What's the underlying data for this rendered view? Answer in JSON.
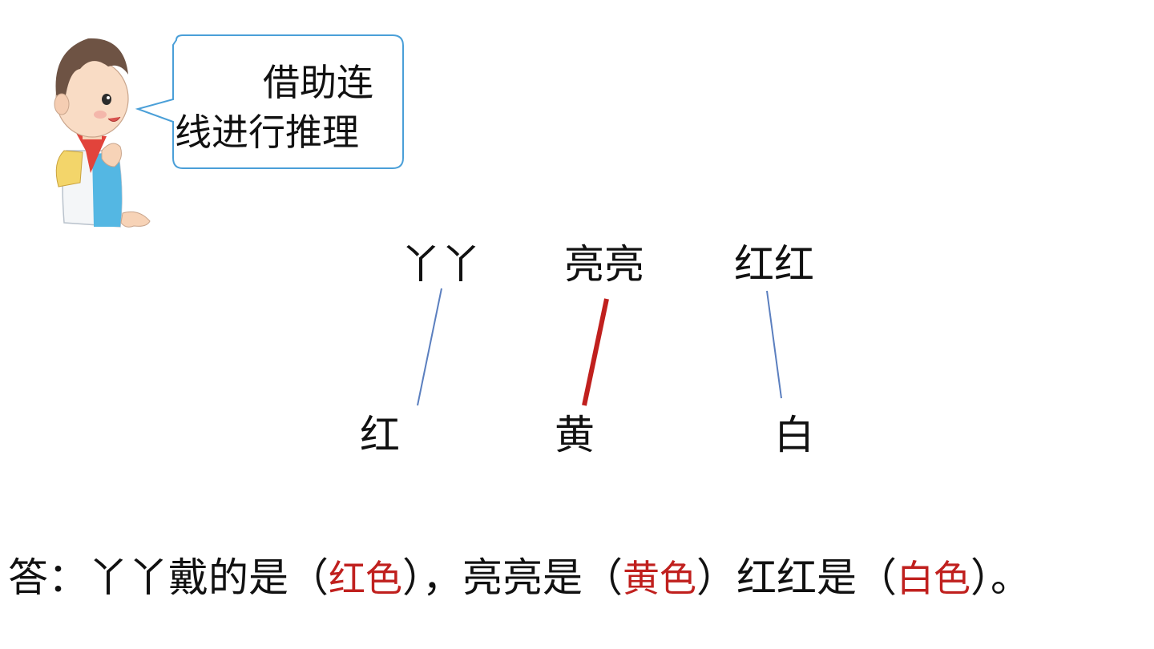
{
  "bubble": {
    "line1": "借助连",
    "line2": "线进行推理"
  },
  "names": [
    "丫丫",
    "亮亮",
    "红红"
  ],
  "colors": [
    "红",
    "黄",
    "白"
  ],
  "connections": [
    {
      "from": "丫丫",
      "to": "红",
      "color": "#5b7fbf"
    },
    {
      "from": "亮亮",
      "to": "黄",
      "color": "#c0201e"
    },
    {
      "from": "红红",
      "to": "白",
      "color": "#5b7fbf"
    }
  ],
  "answer": {
    "prefix": "答：",
    "part1": "丫丫戴的是（",
    "fill1": "红色",
    "close1": "），",
    "part2": "亮亮是（",
    "fill2": "黄色",
    "close2": "）",
    "part3": "红红是（",
    "fill3": "白色",
    "close3": "）。"
  },
  "accent_colors": {
    "answer_fill": "#c0201e",
    "bubble_border": "#4a9fd8",
    "thin_line": "#5b7fbf",
    "bold_line": "#c0201e"
  }
}
